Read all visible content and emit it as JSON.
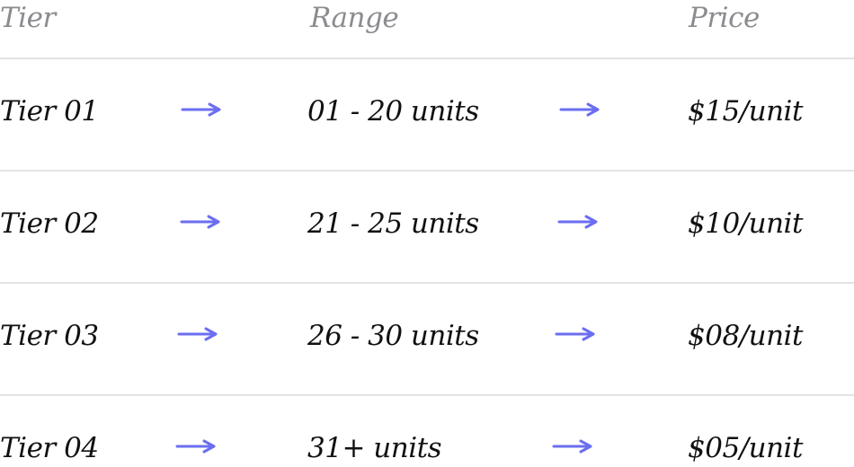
{
  "headers": {
    "tier": "Tier",
    "range": "Range",
    "price": "Price"
  },
  "rows": [
    {
      "tier": "Tier 01",
      "range": "01 - 20 units",
      "price": "$15/unit"
    },
    {
      "tier": "Tier 02",
      "range": "21 - 25 units",
      "price": "$10/unit"
    },
    {
      "tier": "Tier 03",
      "range": "26 - 30 units",
      "price": "$08/unit"
    },
    {
      "tier": "Tier 04",
      "range": "31+ units",
      "price": "$05/unit"
    }
  ],
  "icons": {
    "arrow": "arrow-right-icon"
  },
  "colors": {
    "arrow": "#6b6ef0",
    "text": "#111114",
    "header_text": "#8b8b90",
    "divider": "#e3e3e3"
  }
}
